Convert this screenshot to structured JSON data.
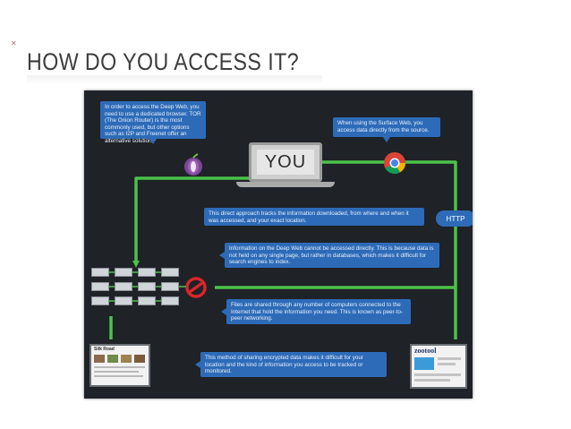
{
  "slide": {
    "title": "HOW DO YOU ACCESS IT?"
  },
  "diagram": {
    "center_label": "YOU",
    "http_label": "HTTP",
    "boxes": {
      "tor": "In order to access the Deep Web, you need to use a dedicated browser. TOR (The Onion Router) is the most commonly used, but other options such as I2P and Freenet offer an alternative solution.",
      "surface": "When using the Surface Web, you access data directly from the source.",
      "direct": "This direct approach tracks the information downloaded, from where and when it was accessed, and your exact location.",
      "deep": "Information on the Deep Web cannot be accessed directly. This is because data is not held on any single page, but rather in databases, which makes it difficult for search engines to index.",
      "files": "Files are shared through any number of computers connected to the Internet that hold the information you need. This is known as peer-to-peer networking.",
      "encrypted": "This method of sharing encrypted data makes it difficult for your location and the kind of information you access to be tracked or monitored."
    },
    "thumb_left_label": "Silk Road",
    "thumb_right_label": "zootool",
    "colors": {
      "panel": "#1f2227",
      "wire": "#4cc24a",
      "box": "#2d6bb8",
      "no_sign": "#d8262a"
    }
  }
}
